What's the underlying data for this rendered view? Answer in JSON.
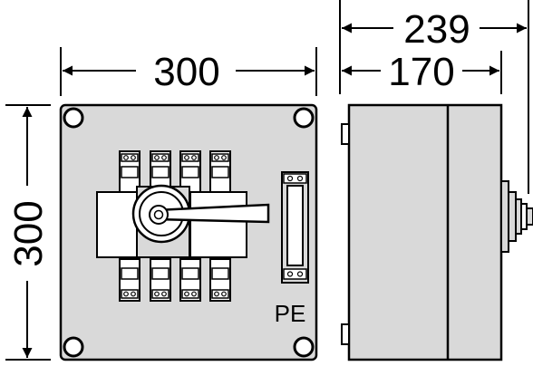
{
  "dimensions": {
    "front_width": "300",
    "front_height": "300",
    "side_depth_total": "239",
    "side_depth_body": "170"
  },
  "labels": {
    "protective_earth": "PE"
  },
  "colors": {
    "enclosure_fill": "#d9d9d9",
    "line": "#000000",
    "background": "#ffffff"
  }
}
